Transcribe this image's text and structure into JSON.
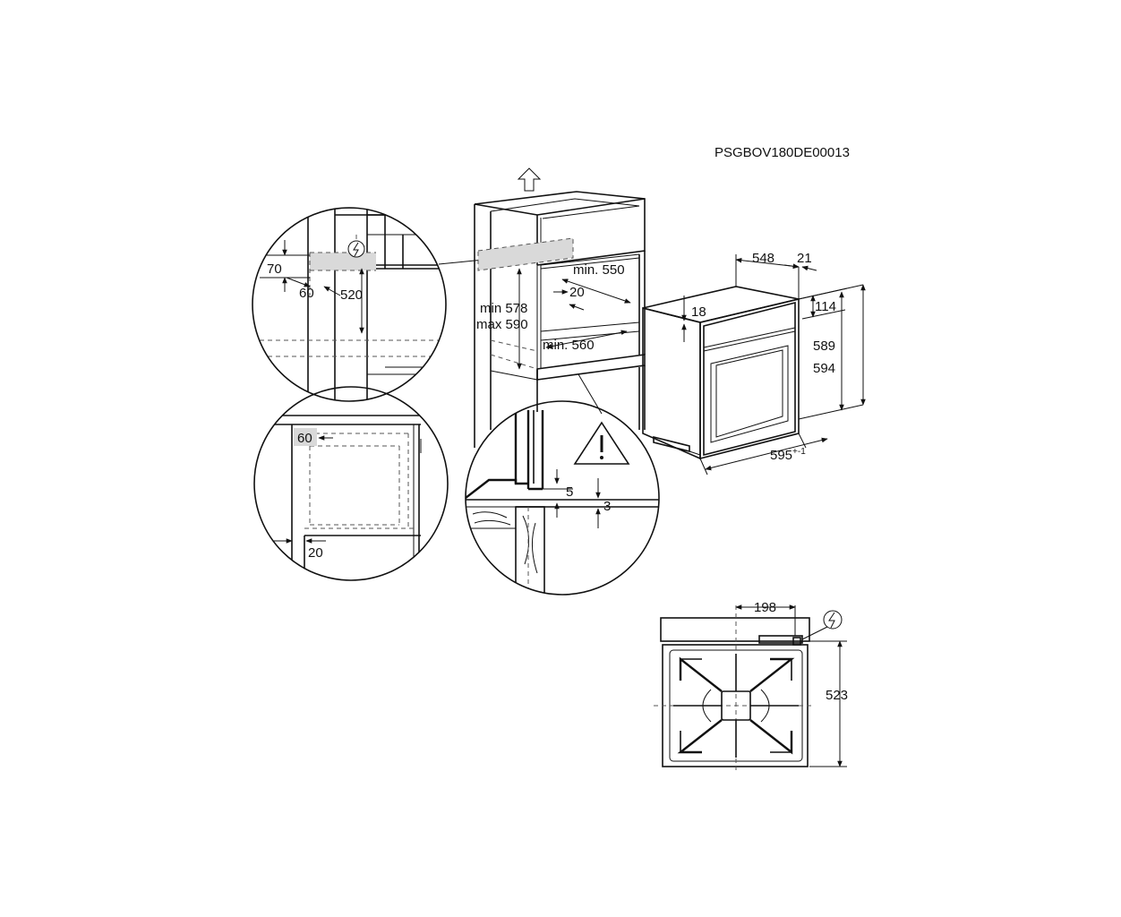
{
  "document_code": "PSGBOV180DE00013",
  "detail_top": {
    "d70": "70",
    "d60": "60",
    "d520": "520"
  },
  "cabinet": {
    "min550": "min. 550",
    "d20": "20",
    "min578": "min 578",
    "max590": "max 590",
    "min560": "min. 560"
  },
  "detail_side": {
    "d60": "60",
    "d20": "20"
  },
  "detail_floor": {
    "d5": "5",
    "d3": "3"
  },
  "oven": {
    "d548": "548",
    "d21": "21",
    "d114": "114",
    "d18": "18",
    "d589": "589",
    "d594": "594",
    "d595": "595",
    "tolerance": "+-1"
  },
  "oven_top": {
    "d198": "198",
    "d523": "523"
  },
  "icons": [
    "electric-hazard-icon",
    "warning-triangle-icon",
    "up-arrow-icon"
  ]
}
